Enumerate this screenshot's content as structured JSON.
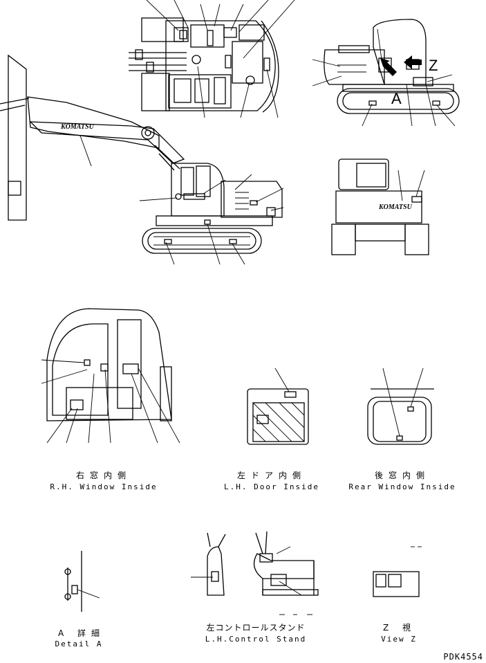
{
  "views": {
    "rh_window": {
      "jp": "右窓内側",
      "en": "R.H. Window Inside"
    },
    "lh_door": {
      "jp": "左ドア内側",
      "en": "L.H. Door Inside"
    },
    "rear_window": {
      "jp": "後窓内側",
      "en": "Rear Window Inside"
    },
    "detail_a": {
      "jp": "A 詳細",
      "en": "Detail A"
    },
    "lh_control_stand": {
      "jp": "左コントロールスタンド",
      "en": "L.H.Control Stand"
    },
    "view_z": {
      "jp": "Z 視",
      "en": "View Z"
    }
  },
  "markers": {
    "a": "A",
    "z": "Z"
  },
  "brand": "KOMATSU",
  "drawing_code": "PDK4554"
}
